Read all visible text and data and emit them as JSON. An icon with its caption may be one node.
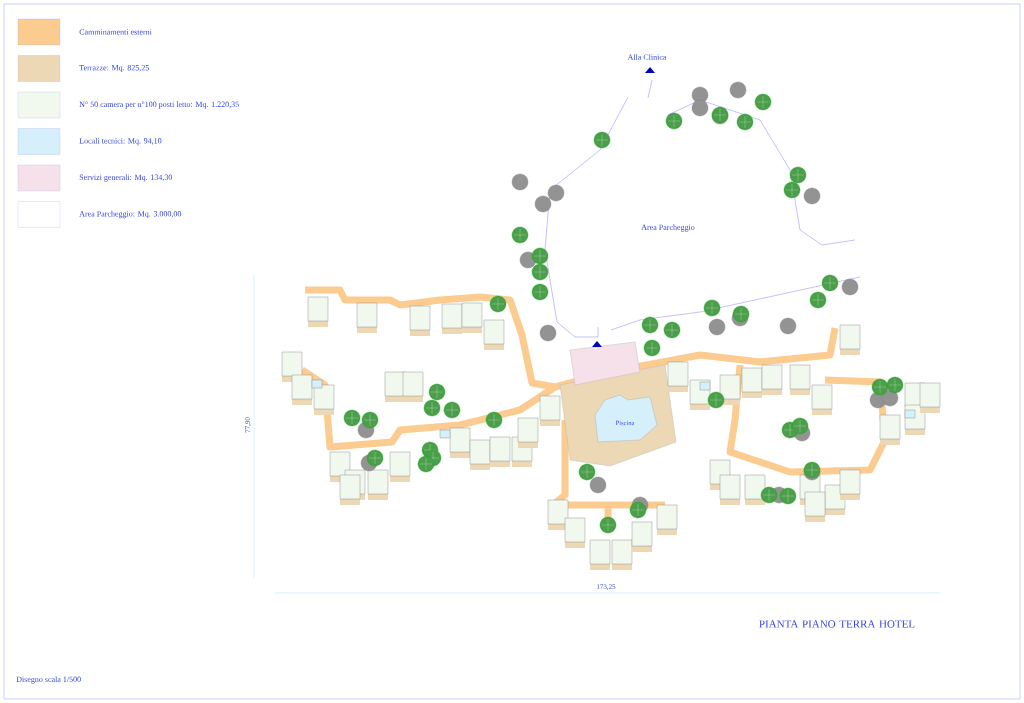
{
  "diagram": {
    "title": "PIANTA PIANO TERRA HOTEL",
    "nodes": [
      {
        "text": [
          "Piscina"
        ]
      }
    ],
    "labels": [
      "Alla Clinica",
      "Area Parcheggio",
      "77,90",
      "173,25",
      "Disegno scala 1/500"
    ],
    "legend": [
      {
        "text": "Camminamenti esterni",
        "color": "#fccb8f"
      },
      {
        "text": "Terrazze: Mq. 825,25",
        "color": "#ecd8b4"
      },
      {
        "text": "N° 50 camera per n°100 posti letto: Mq. 1.220,35",
        "color": "#f1f8ee"
      },
      {
        "text": "Locali tecnici: Mq. 94,10",
        "color": "#d5f0fb"
      },
      {
        "text": "Servizi generali: Mq. 134,30",
        "color": "#f6e1ea"
      },
      {
        "text": "Area Parcheggio: Mq. 3.000,00",
        "color": "#ffffff"
      }
    ]
  }
}
